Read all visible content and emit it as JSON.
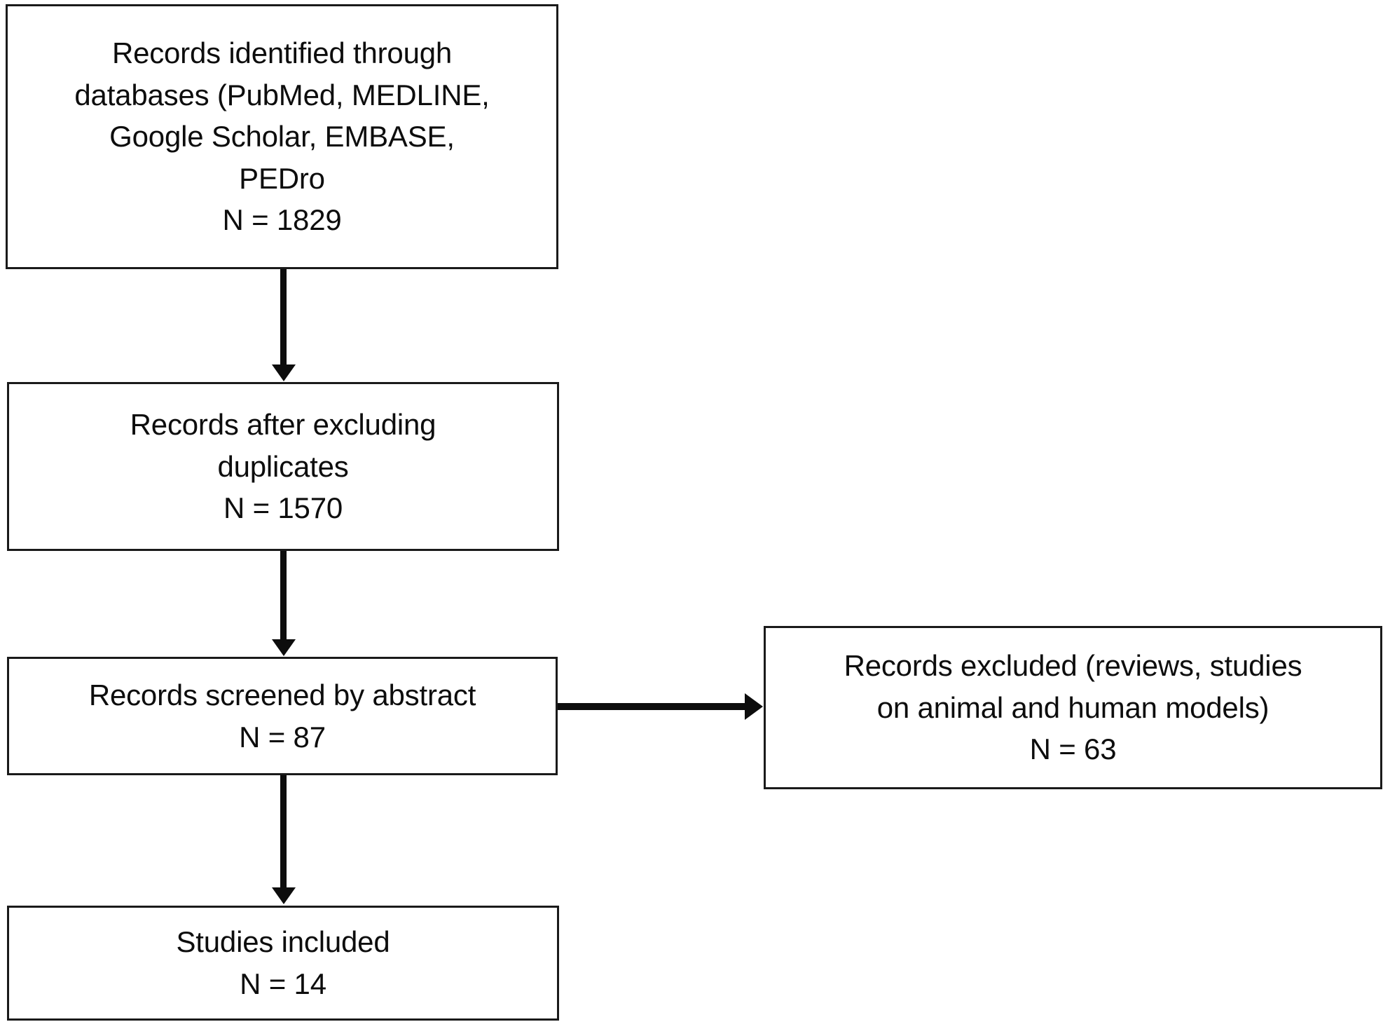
{
  "diagram": {
    "type": "prisma-flow-diagram",
    "colors": {
      "box_border": "#1a1a1a",
      "box_fill": "#ffffff",
      "arrow": "#0d0d0d",
      "text": "#0d0d0d",
      "background": "#ffffff"
    },
    "nodes": {
      "identified": {
        "lines": [
          "Records identified through",
          "databases (PubMed, MEDLINE,",
          "Google Scholar, EMBASE,",
          "PEDro"
        ],
        "count_label": "N = 1829",
        "count": 1829
      },
      "duplicates": {
        "lines": [
          "Records after excluding",
          "duplicates"
        ],
        "count_label": "N = 1570",
        "count": 1570
      },
      "screened": {
        "lines": [
          "Records screened by abstract"
        ],
        "count_label": "N = 87",
        "count": 87
      },
      "excluded": {
        "lines": [
          "Records excluded (reviews, studies",
          "on animal and human models)"
        ],
        "count_label": "N = 63",
        "count": 63
      },
      "included": {
        "lines": [
          "Studies included"
        ],
        "count_label": "N = 14",
        "count": 14
      }
    },
    "edges": [
      {
        "from": "identified",
        "to": "duplicates",
        "direction": "down"
      },
      {
        "from": "duplicates",
        "to": "screened",
        "direction": "down"
      },
      {
        "from": "screened",
        "to": "excluded",
        "direction": "right"
      },
      {
        "from": "screened",
        "to": "included",
        "direction": "down"
      }
    ]
  }
}
